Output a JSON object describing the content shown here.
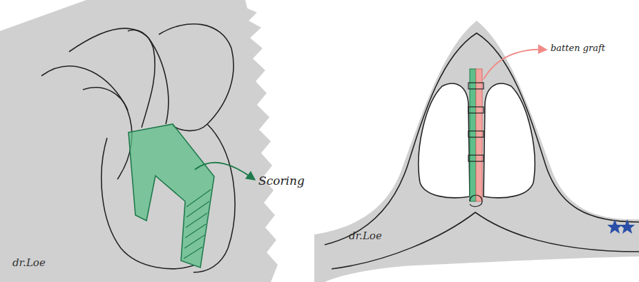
{
  "diagram": {
    "labels": [
      "Scoring",
      "batten graft",
      "dr.Loe",
      "dr.Loe"
    ]
  }
}
